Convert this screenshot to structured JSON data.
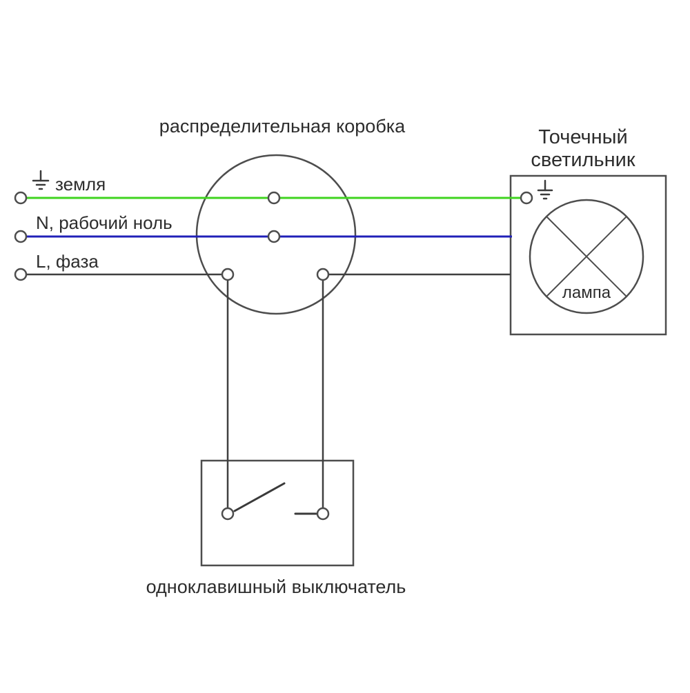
{
  "labels": {
    "junction_box": "распределительная коробка",
    "spotlight_line1": "Точечный",
    "spotlight_line2": "светильник",
    "ground_wire": "земля",
    "neutral_wire": "N, рабочий ноль",
    "phase_wire": "L, фаза",
    "lamp": "лампа",
    "switch": "одноклавишный выключатель"
  },
  "colors": {
    "ground_wire": "#3fd41f",
    "neutral_wire": "#2020b8",
    "phase_wire": "#3f3f3f",
    "outline": "#4d4d4d",
    "text": "#2d2d2d",
    "background": "#ffffff"
  }
}
